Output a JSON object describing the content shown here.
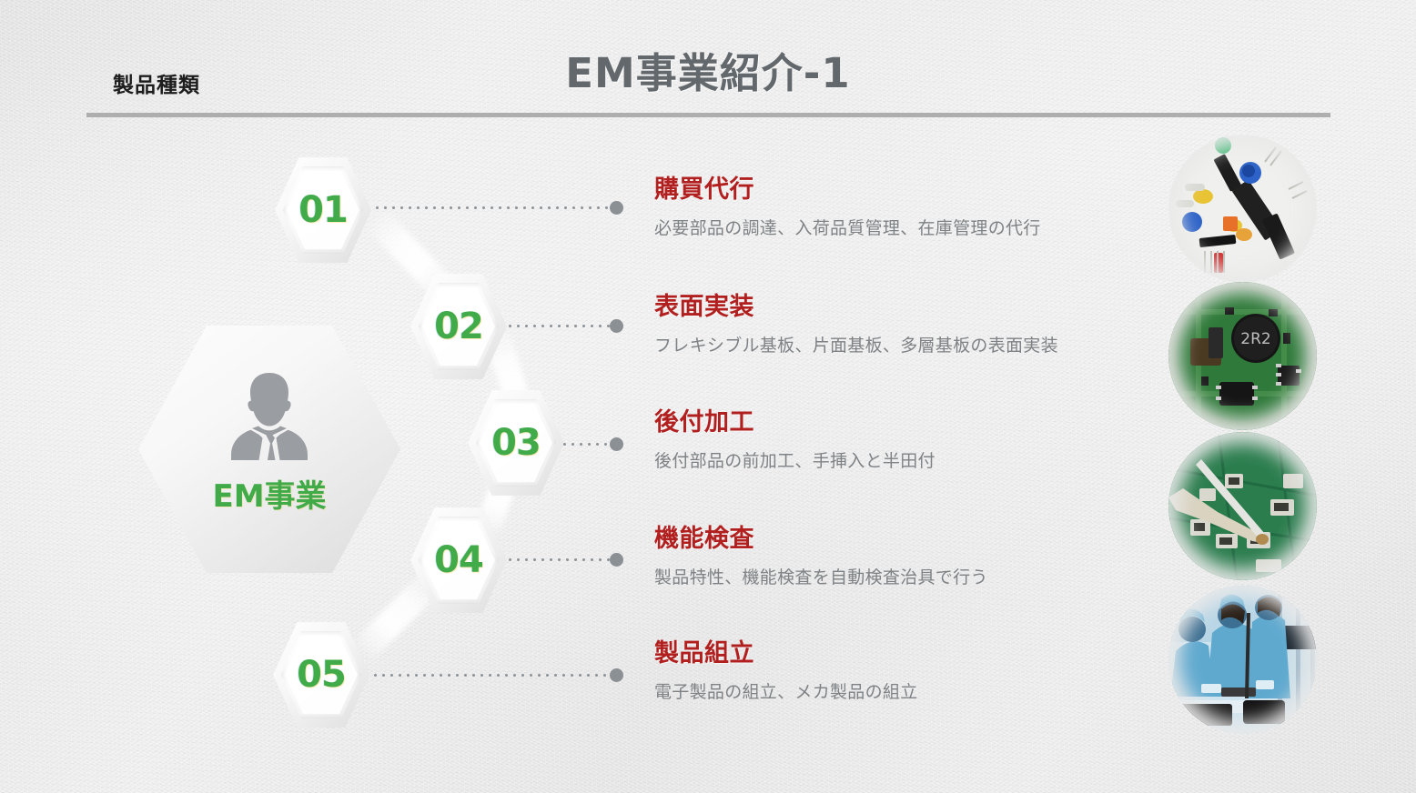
{
  "header": {
    "kicker": "製品種類",
    "title": "EM事業紹介-1"
  },
  "center_node": {
    "label": "EM事業",
    "icon": "businessman-avatar-icon"
  },
  "accent_colors": {
    "green": "#41ab4a",
    "red": "#b21f1f",
    "title_gray": "#63686c",
    "desc_gray": "#7e8285",
    "rule_gray": "#aeaeae",
    "background": "#e8e8e8"
  },
  "steps": [
    {
      "number": "01",
      "head": "購買代行",
      "desc": "必要部品の調達、入荷品質管理、在庫管理の代行"
    },
    {
      "number": "02",
      "head": "表面実装",
      "desc": "フレキシブル基板、片面基板、多層基板の表面実装"
    },
    {
      "number": "03",
      "head": "後付加工",
      "desc": "後付部品の前加工、手挿入と半田付"
    },
    {
      "number": "04",
      "head": "機能検査",
      "desc": "製品特性、機能検査を自動検査治具で行う"
    },
    {
      "number": "05",
      "head": "製品組立",
      "desc": "電子製品の組立、メカ製品の組立"
    }
  ],
  "photos": [
    {
      "name": "electronic-components-photo",
      "caption": ""
    },
    {
      "name": "smt-pcb-photo",
      "caption": ""
    },
    {
      "name": "soldering-pcb-photo",
      "caption": ""
    },
    {
      "name": "assembly-line-workers-photo",
      "caption": ""
    }
  ]
}
